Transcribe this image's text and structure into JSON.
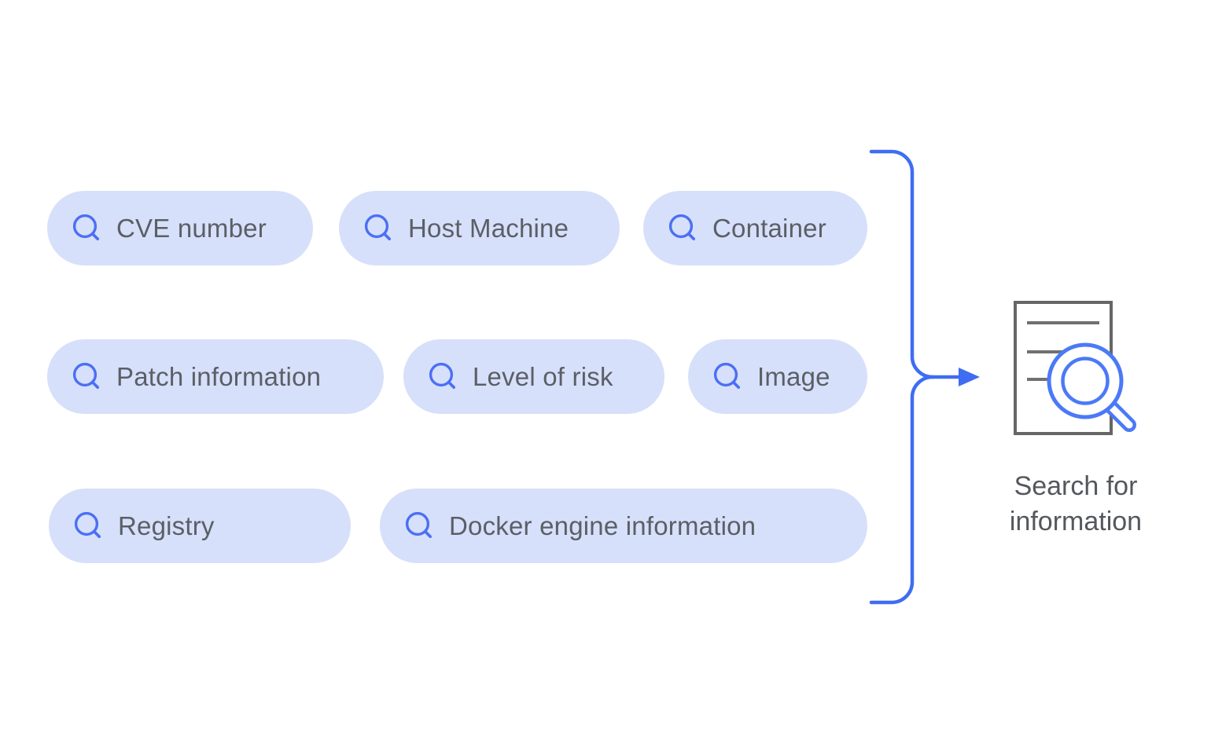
{
  "chips": [
    {
      "label": "CVE number",
      "icon": "search-icon"
    },
    {
      "label": "Host Machine",
      "icon": "search-icon"
    },
    {
      "label": "Container",
      "icon": "search-icon"
    },
    {
      "label": "Patch information",
      "icon": "search-icon"
    },
    {
      "label": "Level of risk",
      "icon": "search-icon"
    },
    {
      "label": "Image",
      "icon": "search-icon"
    },
    {
      "label": "Registry",
      "icon": "search-icon"
    },
    {
      "label": "Docker engine information",
      "icon": "search-icon"
    }
  ],
  "connector": {
    "type": "brace-with-arrow",
    "color": "#3F6DF2"
  },
  "result": {
    "label": "Search for information",
    "icon": "document-search-icon"
  },
  "colors": {
    "chip_background": "#D7E0FA",
    "chip_text": "#5B5F66",
    "chip_icon_blue": "#4B6FF5",
    "connector_blue": "#3F6DF2",
    "magnifier_blue": "#4B79F7",
    "document_outline_gray": "#666666",
    "document_lines_gray": "#707070",
    "caption_text": "#54575C",
    "background": "#FFFFFF"
  }
}
